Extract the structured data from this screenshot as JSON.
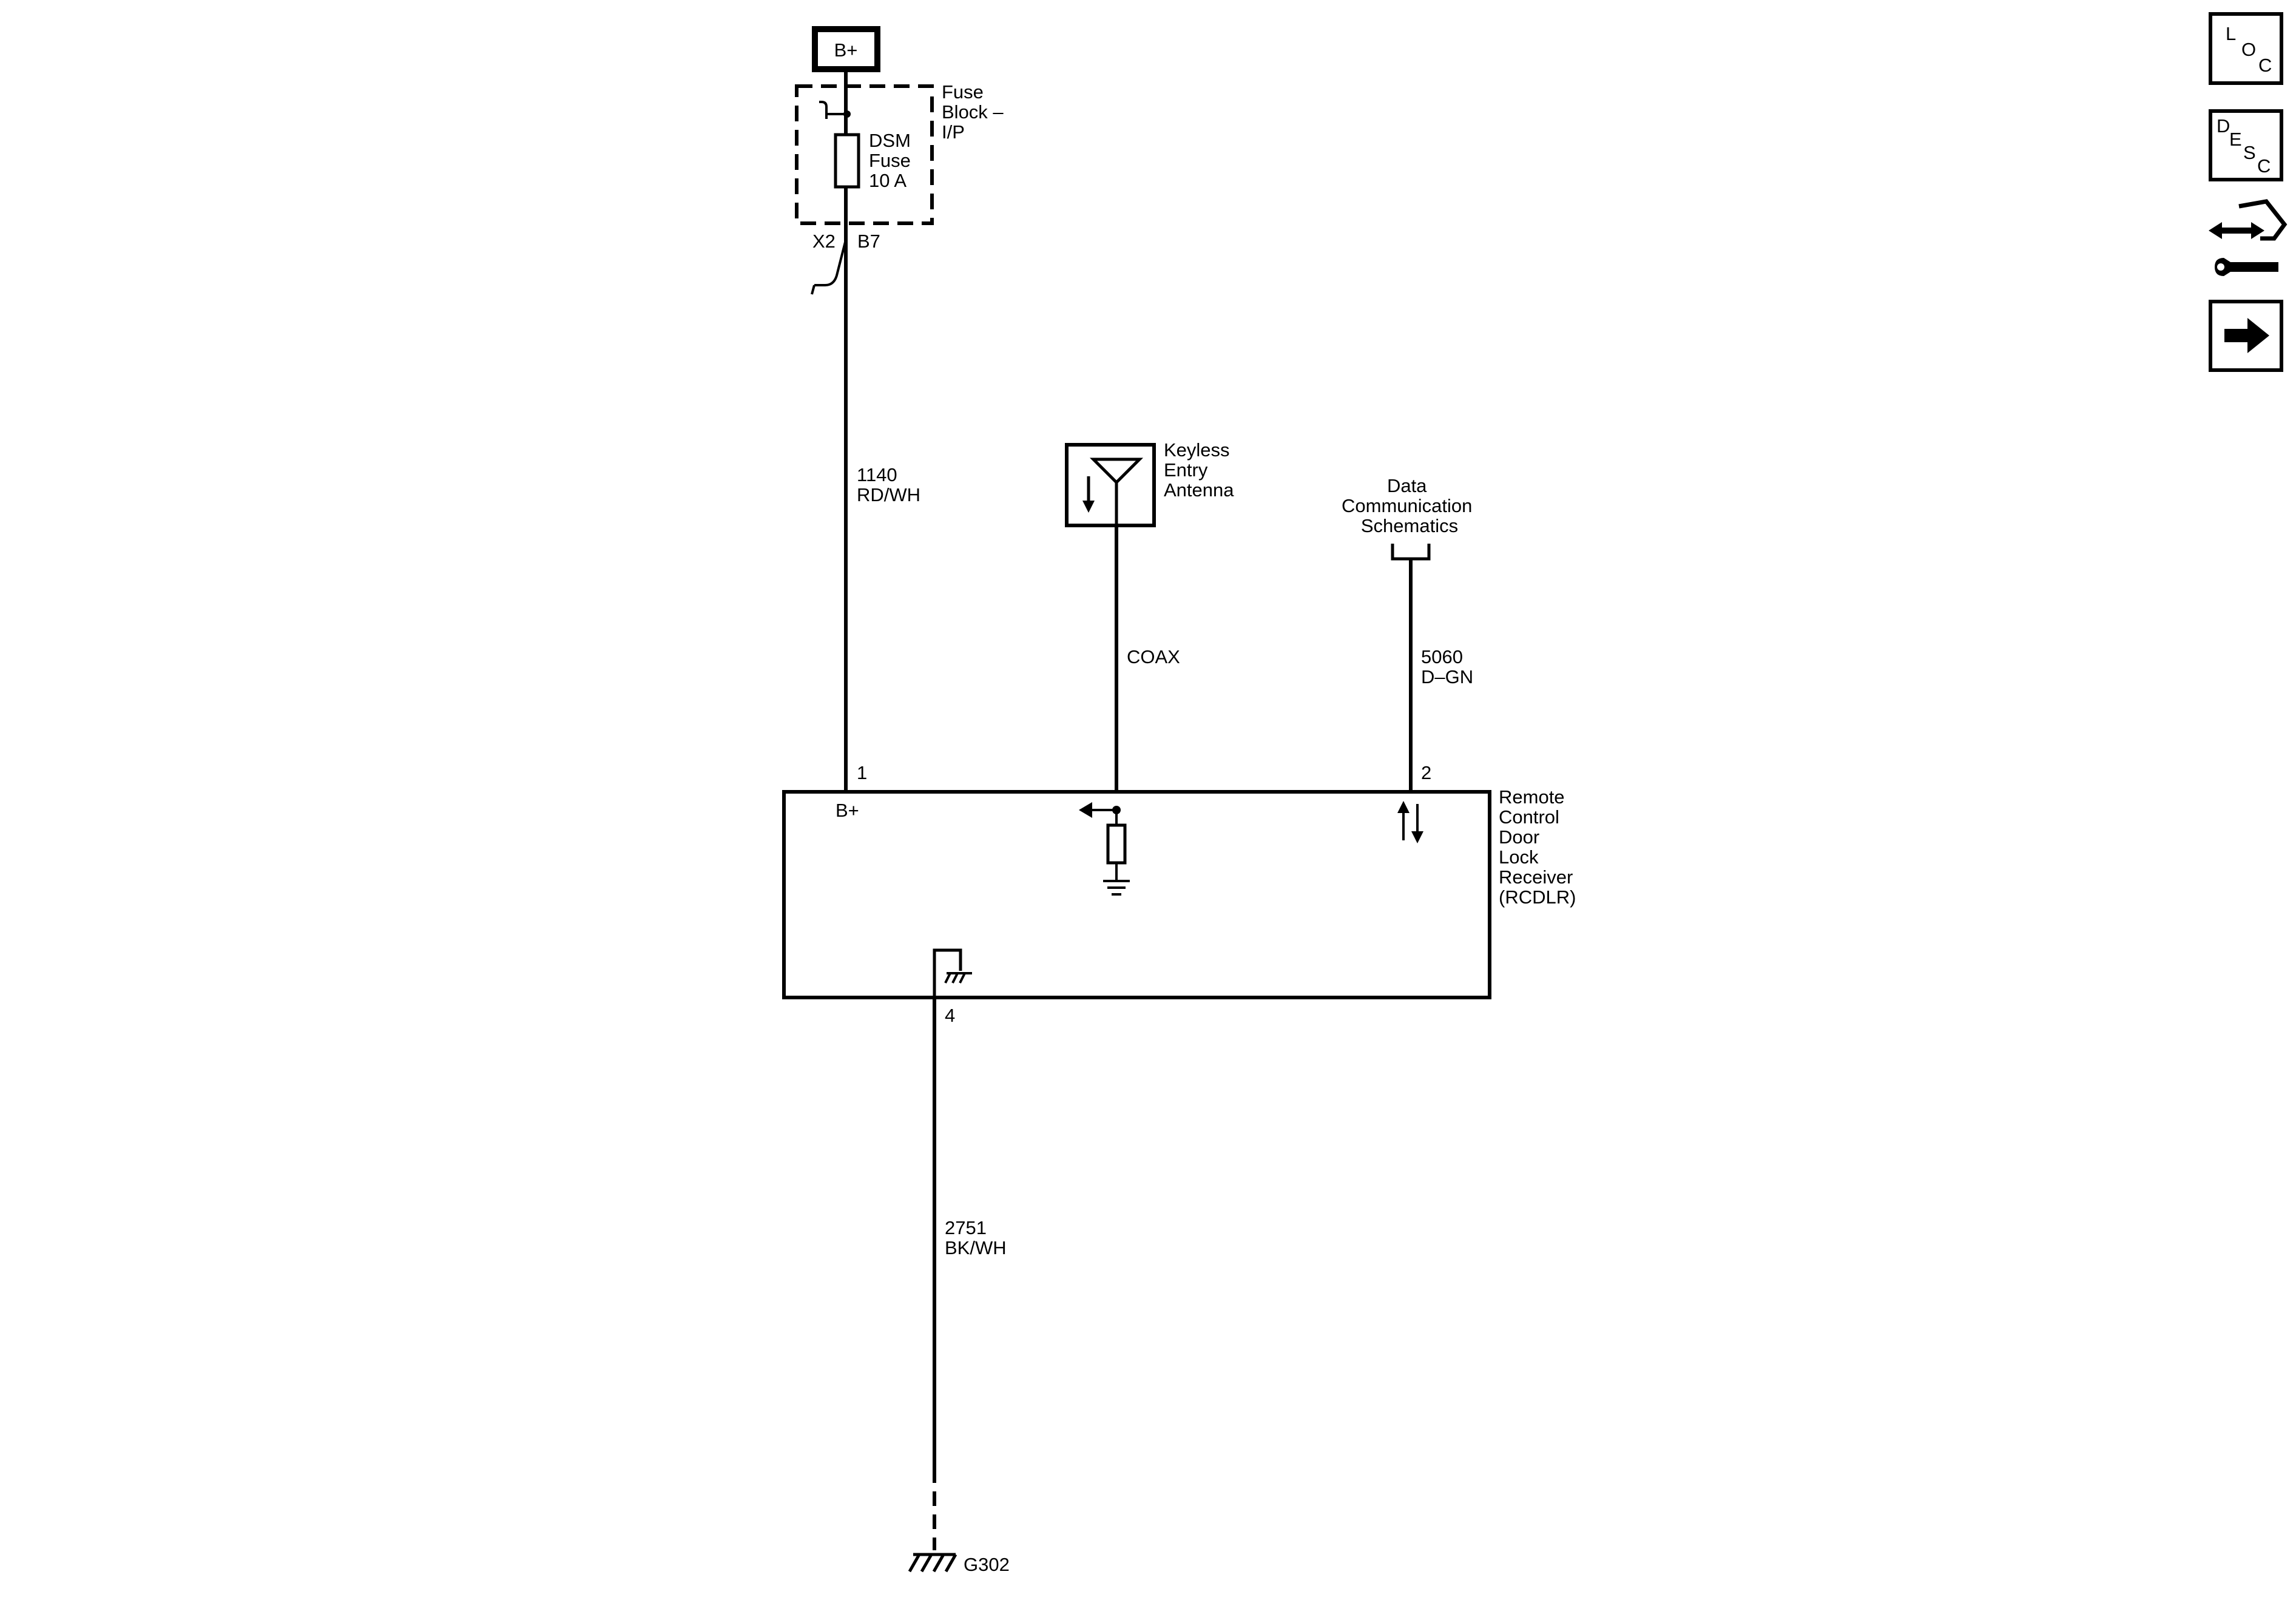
{
  "power_source": {
    "label": "B+"
  },
  "fuse_block": {
    "label_lines": [
      "Fuse",
      "Block –",
      "I/P"
    ],
    "fuse_lines": [
      "DSM",
      "Fuse",
      "10 A"
    ],
    "connector": "X2",
    "pin": "B7"
  },
  "wires": {
    "power": {
      "circuit": "1140",
      "color": "RD/WH"
    },
    "antenna": {
      "label": "COAX"
    },
    "data": {
      "circuit": "5060",
      "color": "D–GN"
    },
    "ground": {
      "circuit": "2751",
      "color": "BK/WH"
    }
  },
  "antenna": {
    "label_lines": [
      "Keyless",
      "Entry",
      "Antenna"
    ]
  },
  "data_link": {
    "label_lines": [
      "Data",
      "Communication",
      "Schematics"
    ]
  },
  "module": {
    "label_lines": [
      "Remote",
      "Control",
      "Door",
      "Lock",
      "Receiver",
      "(RCDLR)"
    ],
    "pin_power": "1",
    "pin_data": "2",
    "pin_ground": "4",
    "internal_label": "B+"
  },
  "ground": {
    "label": "G302"
  },
  "nav": {
    "loc": [
      "L",
      "O",
      "C"
    ],
    "desc": [
      "D",
      "E",
      "S",
      "C"
    ],
    "connector_icon": "connector-repair-icon",
    "next_icon": "arrow-right-icon"
  }
}
